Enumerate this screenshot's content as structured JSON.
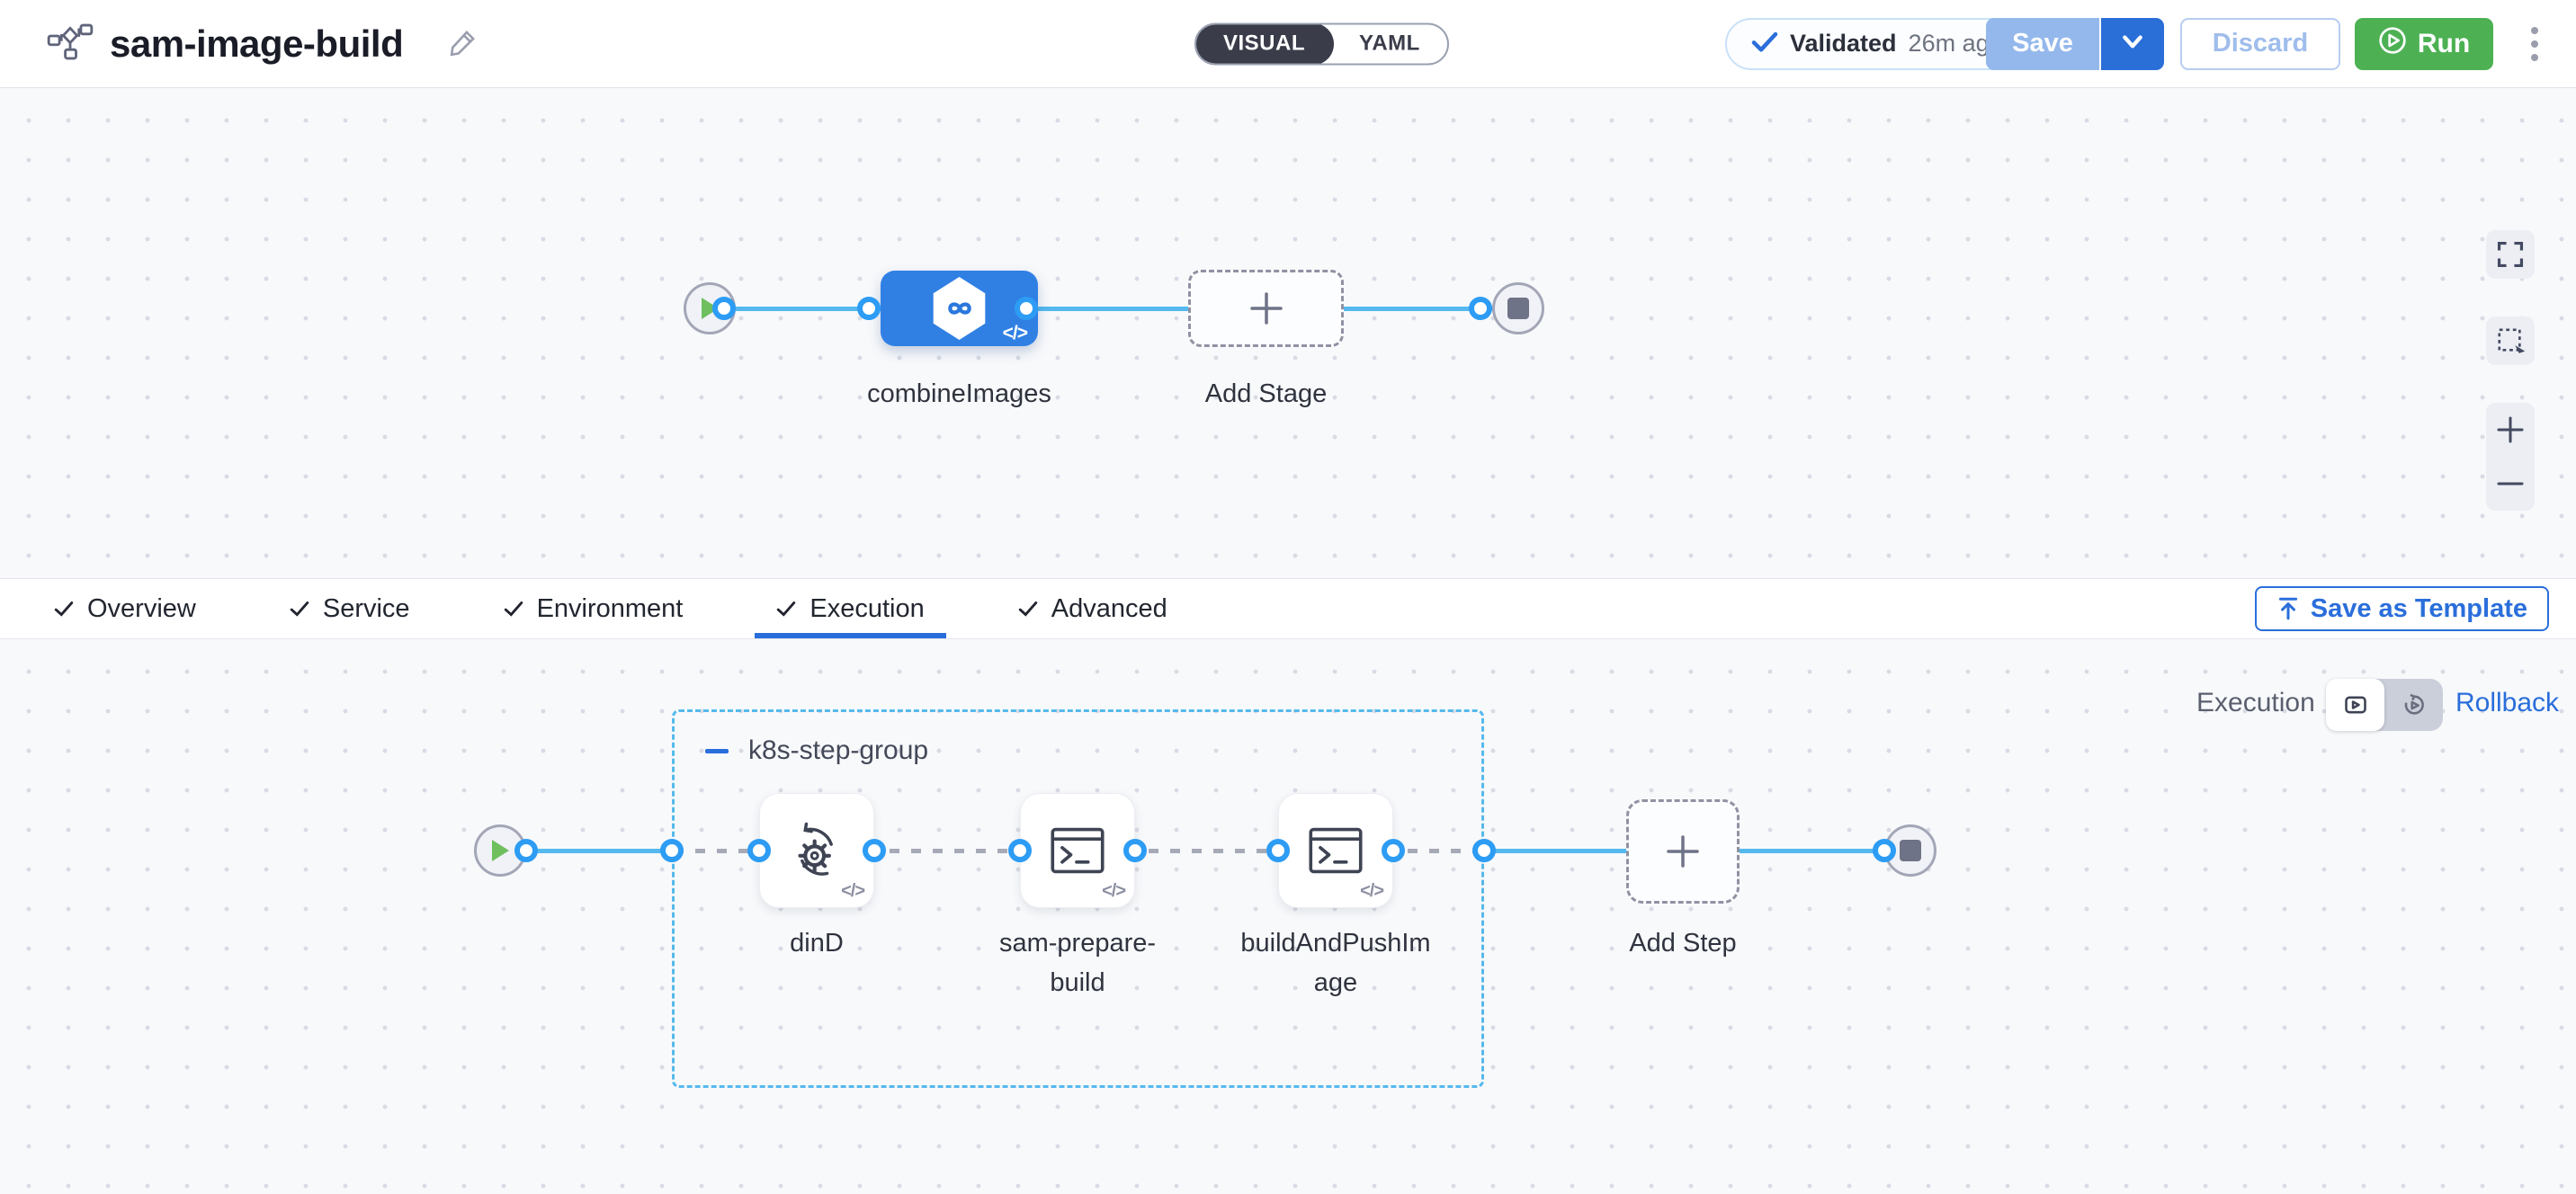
{
  "header": {
    "title": "sam-image-build",
    "view_toggle": {
      "visual": "VISUAL",
      "yaml": "YAML",
      "selected": "VISUAL"
    },
    "validation": {
      "status": "Validated",
      "time": "26m ago"
    },
    "buttons": {
      "save": "Save",
      "discard": "Discard",
      "run": "Run"
    }
  },
  "stage_canvas": {
    "stage_label": "combineImages",
    "add_stage_label": "Add Stage"
  },
  "tab_bar": {
    "tabs": [
      {
        "label": "Overview",
        "completed": true,
        "active": false
      },
      {
        "label": "Service",
        "completed": true,
        "active": false
      },
      {
        "label": "Environment",
        "completed": true,
        "active": false
      },
      {
        "label": "Execution",
        "completed": true,
        "active": true
      },
      {
        "label": "Advanced",
        "completed": true,
        "active": false
      }
    ],
    "save_as_template": "Save as Template"
  },
  "execution_canvas": {
    "mode": {
      "execution_label": "Execution",
      "rollback_label": "Rollback"
    },
    "step_group": {
      "name": "k8s-step-group",
      "steps": [
        {
          "label": "dinD",
          "icon": "docker-dind-icon"
        },
        {
          "label": "sam-prepare-build",
          "icon": "run-step-icon"
        },
        {
          "label": "buildAndPushImage",
          "icon": "run-step-icon"
        }
      ]
    },
    "add_step_label": "Add Step"
  },
  "icons": {
    "code_badge": "</>"
  },
  "colors": {
    "primary_blue": "#2a6edb",
    "stage_node_blue": "#3080e4",
    "connector_blue": "#55b9ee",
    "run_green": "#4db154",
    "canvas_bg": "#f8f9fb",
    "toggle_dark": "#3a3c49"
  }
}
